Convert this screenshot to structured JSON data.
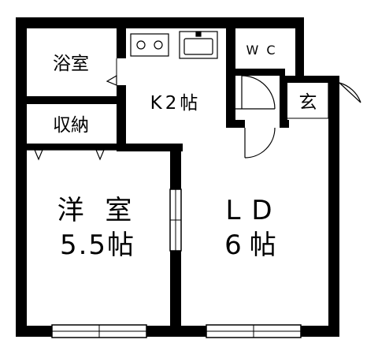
{
  "rooms": {
    "bath": "浴室",
    "storage": "収納",
    "kitchen": "K2帖",
    "wc": "WC",
    "entrance": "玄",
    "western_line1": "洋 室",
    "western_line2": "5.5帖",
    "living_line1": "LD",
    "living_line2": "6帖"
  },
  "fixtures": {
    "stove": "stove-icon",
    "sink": "sink-icon"
  },
  "colors": {
    "wall": "#000000",
    "background": "#ffffff"
  }
}
